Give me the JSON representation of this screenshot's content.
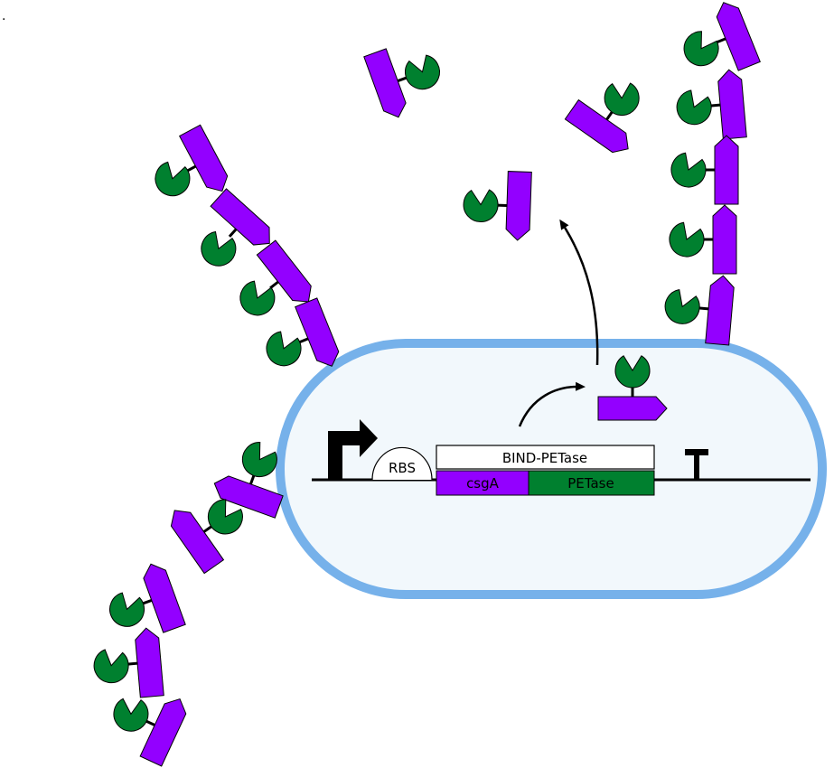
{
  "labels": {
    "rbs": "RBS",
    "construct": "BIND-PETase",
    "csga": "csgA",
    "petase": "PETase",
    "corner_mark": "."
  },
  "colors": {
    "cell_membrane": "#76b1ea",
    "cell_fill": "#f2f8fc",
    "csga": "#9300ff",
    "petase": "#00802f",
    "dna": "#000000"
  },
  "icons": {
    "promoter": "bent-arrow-icon",
    "terminator": "t-bar-icon",
    "enzyme": "pacman-icon",
    "subunit": "pentagon-arrow-icon"
  }
}
